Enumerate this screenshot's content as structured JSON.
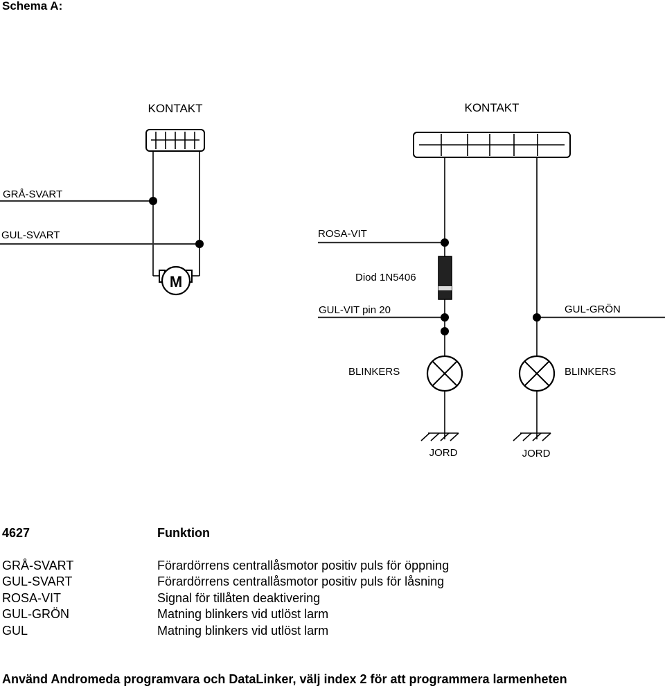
{
  "diagram": {
    "title": "Schema A:",
    "connector_left_label": "KONTAKT",
    "connector_right_label": "KONTAKT",
    "motor_label": "M",
    "wires": {
      "gra_svart": "GRÅ-SVART",
      "gul_svart": "GUL-SVART",
      "rosa_vit": "ROSA-VIT",
      "diode": "Diod 1N5406",
      "gul_vit": "GUL-VIT pin 20",
      "gul_gron": "GUL-GRÖN"
    },
    "lamp_left_label": "BLINKERS",
    "lamp_right_label": "BLINKERS",
    "ground_left_label": "JORD",
    "ground_right_label": "JORD"
  },
  "table": {
    "header": {
      "code": "4627",
      "function": "Funktion"
    },
    "rows": [
      {
        "wire": "GRÅ-SVART",
        "function": "Förardörrens centrallåsmotor positiv puls för öppning"
      },
      {
        "wire": "GUL-SVART",
        "function": "Förardörrens centrallåsmotor positiv puls för låsning"
      },
      {
        "wire": "ROSA-VIT",
        "function": "Signal för tillåten deaktivering"
      },
      {
        "wire": "GUL-GRÖN",
        "function": "Matning blinkers vid utlöst larm"
      },
      {
        "wire": "GUL",
        "function": "Matning blinkers vid utlöst larm"
      }
    ]
  },
  "footer": "Använd Andromeda programvara och DataLinker, välj index 2 för att programmera larmenheten"
}
